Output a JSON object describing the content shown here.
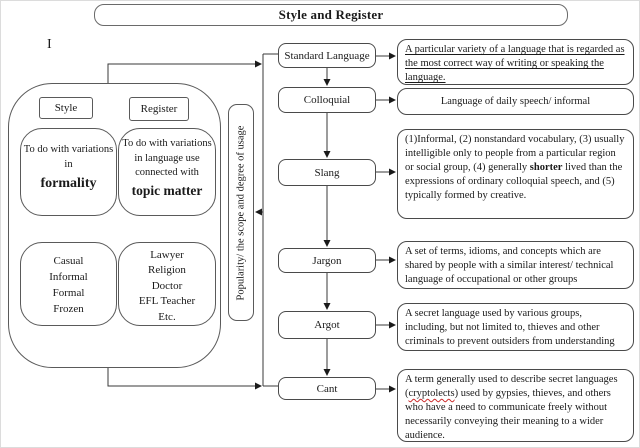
{
  "title": "Style and Register",
  "stray_mark": "I",
  "left_panel": {
    "style_label": "Style",
    "register_label": "Register",
    "style_desc_prefix": "To do with variations in",
    "style_desc_bold": "formality",
    "register_desc_prefix": "To do with variations in language use connected with",
    "register_desc_bold": "topic matter",
    "style_examples": [
      "Casual",
      "Informal",
      "Formal",
      "Frozen"
    ],
    "register_examples": [
      "Lawyer",
      "Religion",
      "Doctor",
      "EFL Teacher",
      "Etc."
    ]
  },
  "axis_label": "Popularity/ the scope and degree of usage",
  "categories": [
    {
      "label": "Standard Language",
      "description": "A particular variety of a language that is regarded as the most correct way of writing or speaking the language."
    },
    {
      "label": "Colloquial",
      "description": "Language of daily speech/ informal"
    },
    {
      "label": "Slang",
      "description_prefix": "(1)Informal, (2) nonstandard vocabulary, (3) usually intelligible only to people from a particular region or social group, (4) generally ",
      "description_bold": "shorter",
      "description_suffix": " lived than the expressions of ordinary colloquial speech, and (5) typically formed by creative."
    },
    {
      "label": "Jargon",
      "description": "A set of terms, idioms, and concepts which are shared by people with a similar interest/ technical language of occupational or other groups"
    },
    {
      "label": "Argot",
      "description": "A secret language used by various groups, including, but not limited to, thieves and other criminals to prevent outsiders from understanding"
    },
    {
      "label": "Cant",
      "description_prefix": "A term generally used to describe secret languages (",
      "description_spellcheck": "cryptolects",
      "description_suffix": ") used by gypsies, thieves, and others who have a need to communicate freely without necessarily conveying their meaning to a wider audience."
    }
  ],
  "colors": {
    "line": "#3a3a3a",
    "border": "#5a5a5a",
    "text": "#1a1a1a",
    "spellcheck_underline": "#cc2a2a"
  }
}
